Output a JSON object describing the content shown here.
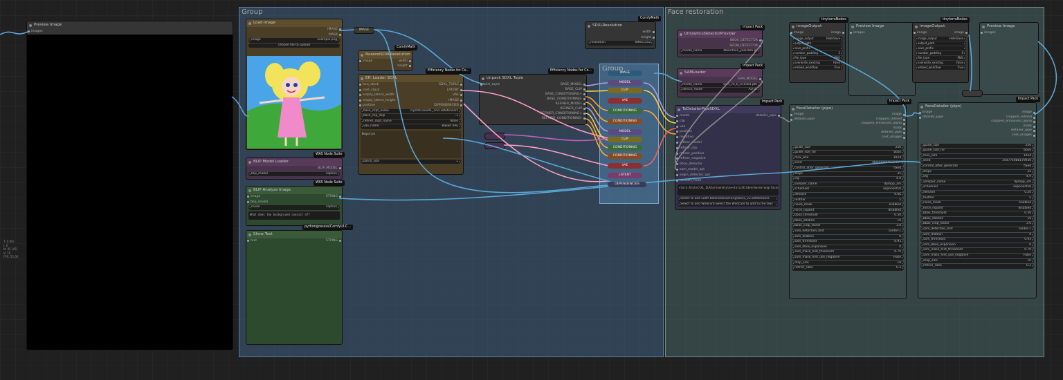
{
  "colors": {
    "group_blue": "#3f5f7f",
    "group_teal": "#4f7070",
    "node_brown": "#5e4e2e",
    "node_purple": "#5a3a5a",
    "node_green": "#3a5a3a"
  },
  "preview_left": {
    "title": "Preview Image",
    "input": "images"
  },
  "groups": {
    "group1": "Group",
    "face": "Face restoration",
    "inner": "Group"
  },
  "load_image": {
    "title": "Load Image",
    "out_image": "IMAGE",
    "out_mask": "MASK",
    "image_label": "image",
    "image_value": "example.png",
    "upload": "choose file to upload"
  },
  "reroute_image": "IMAGE",
  "nearest_sdxl": {
    "badge": "ComfyMath",
    "title": "NearestSDXLResolution",
    "in_image": "image",
    "out_width": "width",
    "out_height": "height"
  },
  "sdxl_res": {
    "badge": "ComfyMath",
    "title": "SDXLResolution",
    "out_width": "width",
    "out_height": "height",
    "res_label": "resolution",
    "res_value": "896x1152"
  },
  "eff_loader": {
    "badge": "Efficiency Nodes for Co...",
    "title": "Eff. Loader SDXL",
    "inputs": [
      "lora_stack",
      "cnet_stack",
      "empty_latent_width",
      "empty_latent_height",
      "positive"
    ],
    "outputs": [
      "SDXL_TUPLE",
      "LATENT",
      "VAE",
      "IMAGE",
      "DEPENDENCIES"
    ],
    "w_ckpt_l": "base_ckpt_name",
    "w_ckpt_v": "crystalClearXL_ccxl.safetensors",
    "w_clip_l": "base_clip_skip",
    "w_clip_v": "-1",
    "w_ref_l": "refiner_ckpt_name",
    "w_ref_v": "None",
    "w_vae_l": "vae_name",
    "w_vae_v": "Baked VAE",
    "negative": "Negative",
    "w_batch_l": "batch_size",
    "w_batch_v": "1"
  },
  "unpack": {
    "badge": "Efficiency Nodes for Co...",
    "title": "Unpack SDXL Tuple",
    "in": "sdxl_tuple",
    "outputs": [
      "BASE_MODEL",
      "BASE_CLIP",
      "BASE_CONDITIONING+",
      "BASE_CONDITIONING-",
      "REFINER_MODEL",
      "REFINER_CLIP",
      "REFINER_CONDITIONING+",
      "REFINER_CONDITIONING-"
    ]
  },
  "reroutes": [
    "IMAGE",
    "MODEL",
    "CLIP",
    "VAE",
    "CONDITIONING",
    "CONDITIONING",
    "MODEL",
    "CLIP",
    "CONDITIONING",
    "CONDITIONING",
    "VAE",
    "LATENT",
    "DEPENDENCIES"
  ],
  "blip_loader": {
    "badge": "WAS Node Suite",
    "title": "BLIP Model Loader",
    "out": "BLIP_MODEL",
    "w_l": "blip_model",
    "w_v": "caption"
  },
  "blip_analyze": {
    "badge": "WAS Node Suite",
    "title": "BLIP Analyze Image",
    "in_image": "image",
    "in_model": "blip_model",
    "out": "STRING",
    "w_l": "mode",
    "w_v": "caption",
    "question": "What does the background consist of?"
  },
  "show_text": {
    "badge": "pythongosssss/ComfyUI-C...",
    "title": "Show Text",
    "in": "text",
    "out": "STRING"
  },
  "ultra": {
    "badge": "Impact Pack",
    "title": "UltralyticsDetectorProvider",
    "out1": "BBOX_DETECTOR",
    "out2": "SEGM_DETECTOR",
    "w_l": "model_name",
    "w_v": "bbox/face_yolov8m.pt"
  },
  "sam": {
    "badge": "Impact Pack",
    "title": "SAMLoader",
    "out": "SAM_MODEL",
    "w1_l": "model_name",
    "w1_v": "sam_vit_b_01ec64.pth",
    "w2_l": "device_mode",
    "w2_v": "AUTO"
  },
  "todetailer": {
    "badge": "Impact Pack",
    "title": "ToDetailerPipeSDXL",
    "inputs": [
      "model",
      "clip",
      "vae",
      "positive",
      "negative",
      "refiner_model",
      "refiner_clip",
      "refiner_positive",
      "refiner_negative",
      "bbox_detector",
      "sam_model_opt",
      "segm_detector_opt",
      "detailer_hook"
    ],
    "out": "detailer_pipe",
    "wildcard": "<lora:Stylez\\XL_ZLACartoonStyle><lora:Bildverbesserung\\faces_v3>",
    "lora_sel": "Select to add LoRA  Bildverbesserung\\faces_v3.safetensors",
    "wc_sel": "Select to add Wildcard  Select the Wildcard to add to the text"
  },
  "image_output": {
    "badge": "tinyterraNodes",
    "title": "imageOutput",
    "in": "image",
    "out": "image",
    "rows": [
      [
        "image_output",
        "Hide/Save"
      ],
      [
        "output_path",
        "C:\\Users\\b.pfeffer\\Desktop\\ComfyUI\\output"
      ],
      [
        "save_prefix",
        "Comfy\\image-%date:yyyy-MM-dd%"
      ],
      [
        "number_padding",
        "5"
      ],
      [
        "file_type",
        "PNG"
      ],
      [
        "overwrite_existing",
        "False"
      ],
      [
        "embed_workflow",
        "True"
      ]
    ]
  },
  "preview_mid": {
    "title": "Preview Image",
    "in": "images"
  },
  "face_detailer": {
    "badge": "Impact Pack",
    "title": "FaceDetailer (pipe)",
    "inputs": [
      "image",
      "detailer_pipe"
    ],
    "outputs": [
      "image",
      "cropped_refined",
      "cropped_enhanced_alpha",
      "mask",
      "detailer_pipe",
      "cnet_images"
    ],
    "rows": [
      [
        "guide_size",
        "256"
      ],
      [
        "guide_size_for",
        "bbox"
      ],
      [
        "max_size",
        "1024"
      ],
      [
        "seed",
        "469209864036157"
      ],
      [
        "control_after_generate",
        "fixed"
      ],
      [
        "steps",
        "35"
      ],
      [
        "cfg",
        "4.9"
      ],
      [
        "sampler_name",
        "dpmpp_2m"
      ],
      [
        "scheduler",
        "exponential"
      ],
      [
        "denoise",
        "0.40"
      ],
      [
        "feather",
        "5"
      ],
      [
        "noise_mask",
        "enabled"
      ],
      [
        "force_inpaint",
        "disabled"
      ],
      [
        "bbox_threshold",
        "0.50"
      ],
      [
        "bbox_dilation",
        "10"
      ],
      [
        "bbox_crop_factor",
        "3.0"
      ],
      [
        "sam_detection_hint",
        "center-1"
      ],
      [
        "sam_dilation",
        "0"
      ],
      [
        "sam_threshold",
        "0.93"
      ],
      [
        "sam_bbox_expansion",
        "0"
      ],
      [
        "sam_mask_hint_threshold",
        "0.70"
      ],
      [
        "sam_mask_hint_use_negative",
        "False"
      ],
      [
        "drop_size",
        "10"
      ],
      [
        "refiner_ratio",
        "0.2"
      ]
    ]
  },
  "image_output2": {
    "badge": "tinyterraNodes",
    "title": "imageOutput",
    "in": "image",
    "out": "image",
    "rows": [
      [
        "image_output",
        "Hide/Save"
      ],
      [
        "output_path",
        "C:\\Users\\b.pfeffer\\Desktop\\ComfyUI\\output"
      ],
      [
        "save_prefix",
        "Comfy\\image-%date:yyyy-MM-dd%"
      ],
      [
        "number_padding",
        "5"
      ],
      [
        "file_type",
        "PNG"
      ],
      [
        "overwrite_existing",
        "False"
      ],
      [
        "embed_workflow",
        "True"
      ]
    ]
  },
  "preview_right": {
    "title": "Preview Image",
    "in": "images"
  },
  "face_detailer2": {
    "badge": "Impact Pack",
    "title": "FaceDetailer (pipe)",
    "inputs": [
      "image",
      "detailer_pipe"
    ],
    "outputs": [
      "image",
      "cropped_refined",
      "cropped_enhanced_alpha",
      "mask",
      "detailer_pipe",
      "cnet_images"
    ],
    "rows": [
      [
        "guide_size",
        "256"
      ],
      [
        "guide_size_for",
        "bbox"
      ],
      [
        "max_size",
        "1024"
      ],
      [
        "seed",
        "354774088179930"
      ],
      [
        "control_after_generate",
        "fixed"
      ],
      [
        "steps",
        "35"
      ],
      [
        "cfg",
        "4.9"
      ],
      [
        "sampler_name",
        "dpmpp_2m"
      ],
      [
        "scheduler",
        "exponential"
      ],
      [
        "denoise",
        "0.20"
      ],
      [
        "feather",
        "5"
      ],
      [
        "noise_mask",
        "enabled"
      ],
      [
        "force_inpaint",
        "disabled"
      ],
      [
        "bbox_threshold",
        "0.50"
      ],
      [
        "bbox_dilation",
        "10"
      ],
      [
        "bbox_crop_factor",
        "3.0"
      ],
      [
        "sam_detection_hint",
        "center-1"
      ],
      [
        "sam_dilation",
        "0"
      ],
      [
        "sam_threshold",
        "0.93"
      ],
      [
        "sam_bbox_expansion",
        "0"
      ],
      [
        "sam_mask_hint_threshold",
        "0.70"
      ],
      [
        "sam_mask_hint_use_negative",
        "False"
      ],
      [
        "drop_size",
        "10"
      ],
      [
        "refiner_ratio",
        "0.2"
      ]
    ]
  },
  "stats": "T: 0.00s\nI: 0\nN: 45 [45]\nV: 76\nFPS: 55.00"
}
